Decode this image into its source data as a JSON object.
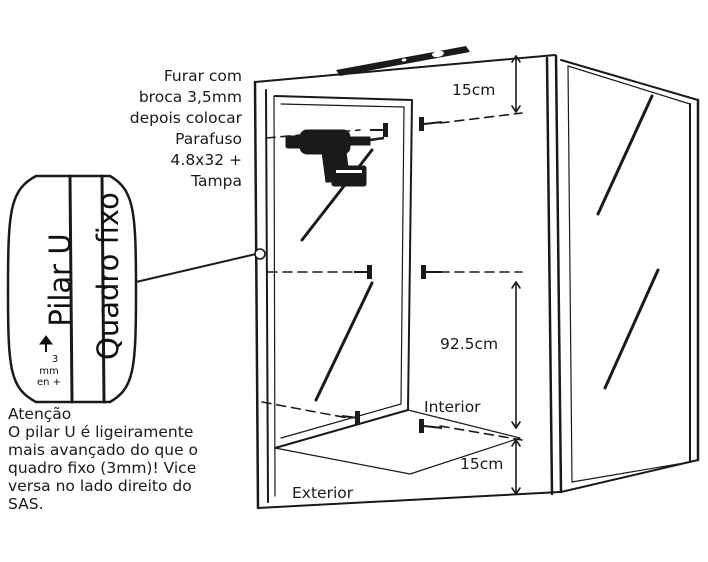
{
  "instructions": {
    "lines": [
      "Furar com",
      "broca 3,5mm",
      "depois colocar",
      "Parafuso",
      "4.8x32 +",
      "Tampa"
    ]
  },
  "measurements": {
    "top": "15cm",
    "middle": "92.5cm",
    "bottom": "15cm"
  },
  "labels": {
    "interior": "Interior",
    "exterior": "Exterior"
  },
  "detail": {
    "pilar": "Pilar U",
    "quadro": "Quadro fixo",
    "offset_value": "3",
    "offset_unit": "mm",
    "offset_note": "en +"
  },
  "warning": {
    "lines": [
      "Atenção",
      "O pilar U é ligeiramente",
      "mais avançado do que o",
      "quadro fixo (3mm)! Vice",
      "versa no lado direito do",
      "SAS."
    ]
  },
  "colors": {
    "line": "#1a1a1a",
    "frame_fill": "#ffffff",
    "drill_fill": "#1a1a1a",
    "background": "#ffffff"
  },
  "icons": [
    "drill-icon",
    "spirit-level-icon",
    "screw-icon",
    "arrow-left-icon"
  ]
}
